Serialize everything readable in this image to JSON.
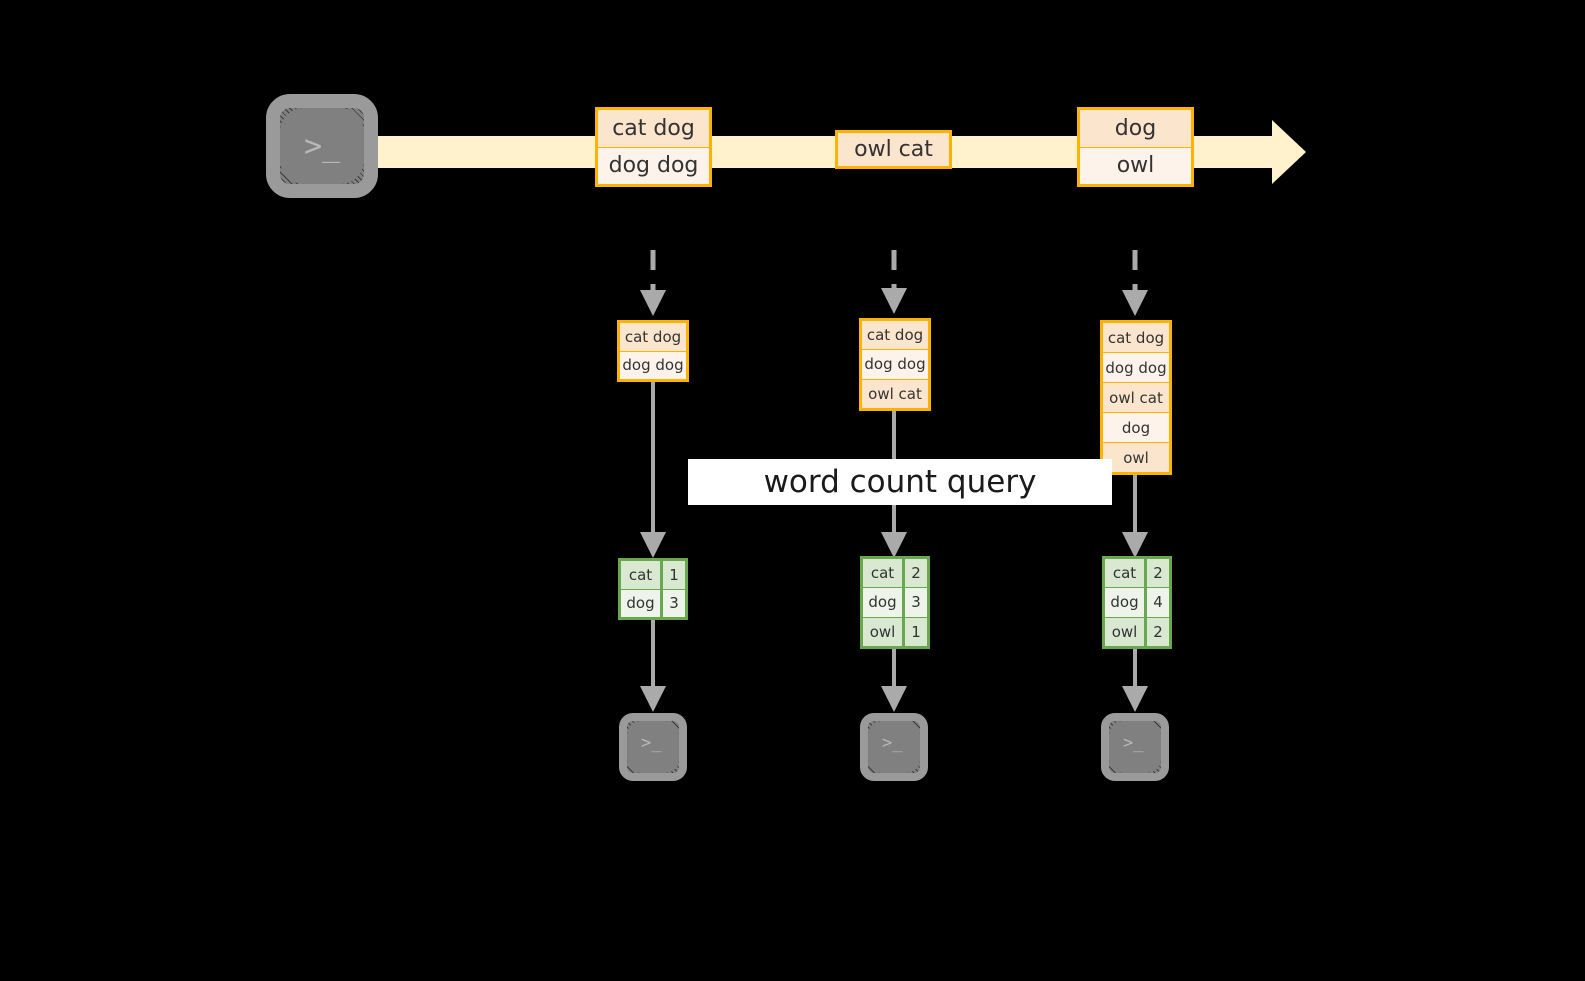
{
  "diagram": {
    "title_label": "word count query",
    "colors": {
      "stream_band": "#FFF2CC",
      "record_border": "#FFB300",
      "record_fill_dark": "#FCE5CD",
      "record_fill_light": "#FDF3EA",
      "table_border": "#6AA84F",
      "table_fill_dark": "#D9E8D0",
      "table_fill_light": "#EEF4EA",
      "arrow_gray": "#AAAAAA",
      "terminal_fill": "#808080",
      "label_fill": "#FFFFFF",
      "background": "#000000"
    },
    "producer": {
      "icon": "terminal-icon",
      "prompt_glyph": ">_"
    },
    "stream_records": [
      {
        "name": "record-cat-dog-dog-dog",
        "lines": [
          "cat dog",
          "dog dog"
        ]
      },
      {
        "name": "record-owl-cat",
        "lines": [
          "owl cat"
        ]
      },
      {
        "name": "record-dog-owl",
        "lines": [
          "dog",
          "owl"
        ]
      }
    ],
    "snapshots": [
      {
        "name": "snapshot-1",
        "lines": [
          "cat dog",
          "dog dog"
        ]
      },
      {
        "name": "snapshot-2",
        "lines": [
          "cat dog",
          "dog dog",
          "owl cat"
        ]
      },
      {
        "name": "snapshot-3",
        "lines": [
          "cat dog",
          "dog dog",
          "owl cat",
          "dog",
          "owl"
        ]
      }
    ],
    "results": [
      {
        "name": "result-1",
        "rows": [
          {
            "word": "cat",
            "count": "1"
          },
          {
            "word": "dog",
            "count": "3"
          }
        ]
      },
      {
        "name": "result-2",
        "rows": [
          {
            "word": "cat",
            "count": "2"
          },
          {
            "word": "dog",
            "count": "3"
          },
          {
            "word": "owl",
            "count": "1"
          }
        ]
      },
      {
        "name": "result-3",
        "rows": [
          {
            "word": "cat",
            "count": "2"
          },
          {
            "word": "dog",
            "count": "4"
          },
          {
            "word": "owl",
            "count": "2"
          }
        ]
      }
    ],
    "consumers": [
      {
        "name": "consumer-terminal-1",
        "prompt_glyph": ">_"
      },
      {
        "name": "consumer-terminal-2",
        "prompt_glyph": ">_"
      },
      {
        "name": "consumer-terminal-3",
        "prompt_glyph": ">_"
      }
    ]
  }
}
